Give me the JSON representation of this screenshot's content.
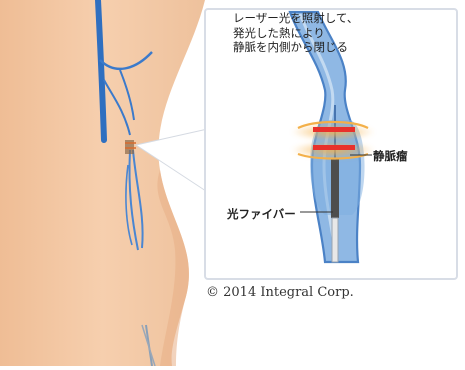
{
  "callout": {
    "lines": [
      "レーザー光を照射して、",
      "発光した熱により",
      "静脈を内側から閉じる"
    ]
  },
  "labels": {
    "aneurysm": "静脈瘤",
    "fiber": "光ファイバー"
  },
  "copyright": "© 2014 Integral Corp.",
  "colors": {
    "skin": "#f4c9a6",
    "skin_shadow": "#e9b48d",
    "vein": "#2f6fc0",
    "vein_light": "#8fb8e4",
    "laser_red": "#e8312b",
    "laser_glow": "#f6b24a",
    "fiber": "#555555",
    "panel_border": "#d8dde6"
  }
}
